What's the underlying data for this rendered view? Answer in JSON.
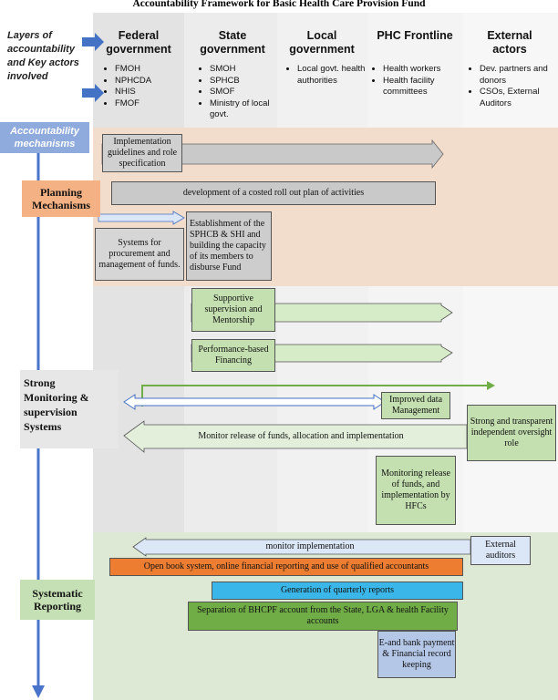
{
  "title": "Accountability Framework for Basic Health Care Provision Fund",
  "layers_label": "Layers of accountability and Key actors involved",
  "mechanisms_label": "Accountability mechanisms",
  "columns": [
    {
      "title": "Federal government",
      "items": [
        "FMOH",
        "NPHCDA",
        "NHIS",
        "FMOF"
      ]
    },
    {
      "title": "State government",
      "items": [
        "SMOH",
        "SPHCB",
        "SMOF",
        "Ministry of local govt."
      ]
    },
    {
      "title": "Local government",
      "items": [
        "Local govt. health authorities"
      ]
    },
    {
      "title": "PHC Frontline",
      "items": [
        "Health workers",
        "Health facility committees"
      ]
    },
    {
      "title": "External actors",
      "items": [
        "Dev. partners and donors",
        "CSOs, External Auditors"
      ]
    }
  ],
  "planning": {
    "label": "Planning Mechanisms",
    "implementation": "Implementation guidelines and role specification",
    "rollout": "development of a costed roll out plan of activities",
    "systems": "Systems for procurement and management of funds.",
    "establishment": "Establishment of the SPHCB & SHI and building the capacity of its members to disburse Fund"
  },
  "monitoring": {
    "label": "Strong Monitoring & supervision Systems",
    "supportive": "Supportive supervision and Mentorship",
    "pbf": "Performance-based Financing",
    "data": "Improved data Management",
    "monitor_release": "Monitor release of funds, allocation and implementation",
    "oversight": "Strong and transparent independent oversight role",
    "hfc": "Monitoring release of funds, and implementation by HFCs"
  },
  "reporting": {
    "label": "Systematic Reporting",
    "monitor_impl": "monitor implementation",
    "auditors": "External auditors",
    "open_book": "Open book system, online financial reporting and use of qualified accountants",
    "quarterly": "Generation of quarterly reports",
    "separation": "Separation of BHCPF account from the State, LGA & health Facility accounts",
    "ebank": "E-and bank payment & Financial record keeping"
  },
  "colors": {
    "planning_band": "#f2dccb",
    "reporting_band": "#dde9d4",
    "green_box": "#c4e0b0",
    "green_dark": "#70ad47",
    "orange": "#ed7d31",
    "blue_cyan": "#3ab7e8",
    "blue_axis": "#4472c4",
    "grey_box": "#d0d0d0"
  }
}
